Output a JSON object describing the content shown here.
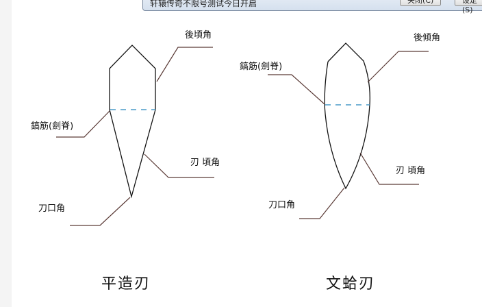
{
  "notification": {
    "text": "轩辕传奇不限号测试今日开启",
    "close_button": "关闭(C)",
    "settings_button": "设定(S)"
  },
  "diagram": {
    "left": {
      "caption": "平造刃",
      "labels": {
        "back_angle": "後頃角",
        "ridge": "鎬筋(劍脊)",
        "blade_angle": "刃 頃角",
        "edge_angle": "刀口角"
      }
    },
    "right": {
      "caption": "文蛤刃",
      "labels": {
        "back_angle": "後傾角",
        "ridge": "鎬筋(劍脊)",
        "blade_angle": "刃 頃角",
        "edge_angle": "刀口角"
      }
    }
  },
  "colors": {
    "outline": "#111111",
    "leader": "#5a3a36",
    "ridge_dash": "#4a9cc8"
  }
}
